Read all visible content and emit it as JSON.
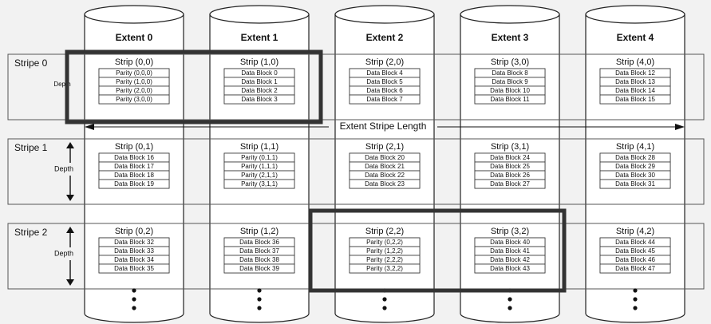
{
  "extents": [
    "Extent 0",
    "Extent 1",
    "Extent 2",
    "Extent 3",
    "Extent 4"
  ],
  "stripes": [
    {
      "label": "Stripe 0",
      "depth_label": "Depth",
      "strips": [
        {
          "title": "Strip (0,0)",
          "blocks": [
            "Parity (0,0,0)",
            "Parity (1,0,0)",
            "Parity (2,0,0)",
            "Parity (3,0,0)"
          ]
        },
        {
          "title": "Strip (1,0)",
          "blocks": [
            "Data Block 0",
            "Data Block 1",
            "Data Block 2",
            "Data Block 3"
          ]
        },
        {
          "title": "Strip (2,0)",
          "blocks": [
            "Data Block 4",
            "Data Block 5",
            "Data Block 6",
            "Data Block 7"
          ]
        },
        {
          "title": "Strip (3,0)",
          "blocks": [
            "Data Block 8",
            "Data Block 9",
            "Data Block 10",
            "Data Block 11"
          ]
        },
        {
          "title": "Strip (4,0)",
          "blocks": [
            "Data Block 12",
            "Data Block 13",
            "Data Block 14",
            "Data Block 15"
          ]
        }
      ]
    },
    {
      "label": "Stripe 1",
      "depth_label": "Depth",
      "strips": [
        {
          "title": "Strip (0,1)",
          "blocks": [
            "Data Block 16",
            "Data Block 17",
            "Data Block 18",
            "Data Block 19"
          ]
        },
        {
          "title": "Strip (1,1)",
          "blocks": [
            "Parity (0,1,1)",
            "Parity (1,1,1)",
            "Parity (2,1,1)",
            "Parity (3,1,1)"
          ]
        },
        {
          "title": "Strip (2,1)",
          "blocks": [
            "Data Block 20",
            "Data Block 21",
            "Data Block 22",
            "Data Block 23"
          ]
        },
        {
          "title": "Strip (3,1)",
          "blocks": [
            "Data Block 24",
            "Data Block 25",
            "Data Block 26",
            "Data Block 27"
          ]
        },
        {
          "title": "Strip (4,1)",
          "blocks": [
            "Data Block 28",
            "Data Block 29",
            "Data Block 30",
            "Data Block 31"
          ]
        }
      ]
    },
    {
      "label": "Stripe 2",
      "depth_label": "Depth",
      "strips": [
        {
          "title": "Strip (0,2)",
          "blocks": [
            "Data Block 32",
            "Data Block 33",
            "Data Block 34",
            "Data Block 35"
          ]
        },
        {
          "title": "Strip (1,2)",
          "blocks": [
            "Data Block 36",
            "Data Block 37",
            "Data Block 38",
            "Data Block 39"
          ]
        },
        {
          "title": "Strip (2,2)",
          "blocks": [
            "Parity (0,2,2)",
            "Parity (1,2,2)",
            "Parity (2,2,2)",
            "Parity (3,2,2)"
          ]
        },
        {
          "title": "Strip (3,2)",
          "blocks": [
            "Data Block 40",
            "Data Block 41",
            "Data Block 42",
            "Data Block 43"
          ]
        },
        {
          "title": "Strip (4,2)",
          "blocks": [
            "Data Block 44",
            "Data Block 45",
            "Data Block 46",
            "Data Block 47"
          ]
        }
      ]
    }
  ],
  "extent_stripe_length_label": "Extent Stripe Length",
  "colors": {
    "background": "#f2f2f2",
    "cylinder_fill": "#ffffff",
    "stroke": "#222222",
    "highlight": "#333333"
  }
}
